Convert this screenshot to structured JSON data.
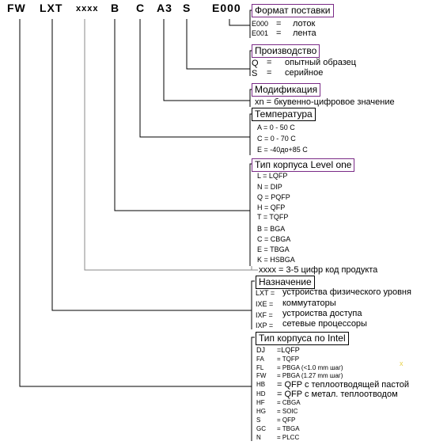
{
  "codes": {
    "fw": "FW",
    "lxt": "LXT",
    "xxxx": "xxxx",
    "b": "B",
    "c": "C",
    "a3": "A3",
    "s": "S",
    "e000": "E000"
  },
  "delivery": {
    "title": "Формат поставки",
    "items": [
      {
        "code": "E000",
        "sep": "=",
        "text": "лоток"
      },
      {
        "code": "E001",
        "sep": "=",
        "text": "лента"
      }
    ]
  },
  "production": {
    "title": "Производство",
    "items": [
      {
        "code": "Q",
        "sep": "=",
        "text": "опытный образец"
      },
      {
        "code": "S",
        "sep": "=",
        "text": "серийное"
      }
    ]
  },
  "modification": {
    "title": "Модификация",
    "line": "xn = бкувенно-цифровое  значение"
  },
  "temperature": {
    "title": "Температура",
    "items": [
      "A = 0 - 50 C",
      "C = 0 - 70 C",
      "E = -40до+85 С"
    ]
  },
  "package_l1": {
    "title": "Тип корпуса Level one",
    "items": [
      "L = LQFP",
      "N = DIP",
      "Q = PQFP",
      "H = QFP",
      "T = TQFP",
      "B = BGA",
      "C = CBGA",
      "E = TBGA",
      "K = HSBGA"
    ]
  },
  "product_code": {
    "line": "xxxx = 3-5 цифр код продукта"
  },
  "purpose": {
    "title": "Назначение",
    "items": [
      {
        "code": "LXT =",
        "text": "устроиства физического уровня"
      },
      {
        "code": "IXE =",
        "text": "коммутаторы"
      },
      {
        "code": "IXF =",
        "text": "устроиства доступа"
      },
      {
        "code": "IXP =",
        "text": "сетевые процессоры"
      }
    ]
  },
  "package_intel": {
    "title": "Тип корпуса по Intel",
    "items": [
      {
        "code": "DJ",
        "text": "=LQFP"
      },
      {
        "code": "FA",
        "text": "= TQFP"
      },
      {
        "code": "FL",
        "text": "= PBGA (<1.0 mm шаг)"
      },
      {
        "code": "FW",
        "text": "= PBGA (1.27 mm шаг)"
      },
      {
        "code": "HB",
        "text": "= QFP  с теплоотводящей пастой"
      },
      {
        "code": "HD",
        "text": "= QFP  с метал. теплоотводом"
      },
      {
        "code": "HF",
        "text": "= CBGA"
      },
      {
        "code": "HG",
        "text": "= SOIC"
      },
      {
        "code": "S",
        "text": "= QFP"
      },
      {
        "code": "GC",
        "text": "= TBGA"
      },
      {
        "code": "N",
        "text": "= PLCC"
      }
    ]
  },
  "colors": {
    "line": "#000000",
    "product_line": "#888888",
    "purple_border": "#7a2a86"
  }
}
